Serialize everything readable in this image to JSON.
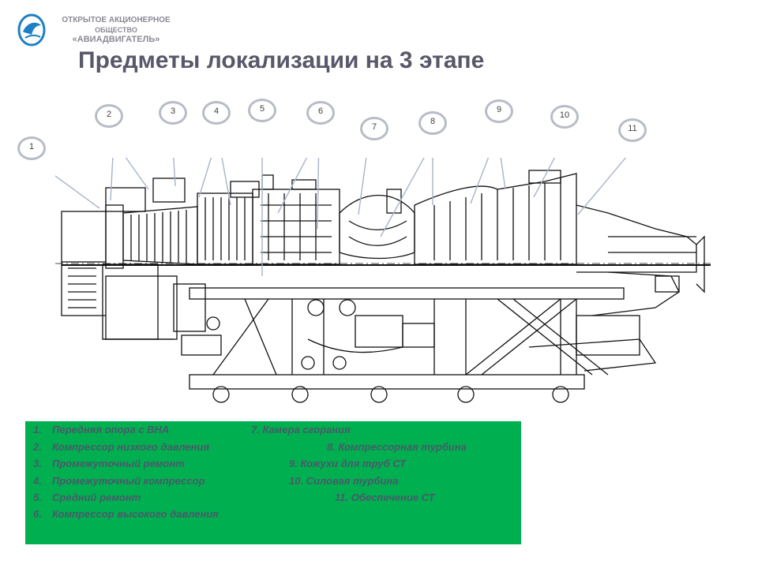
{
  "header": {
    "company_line1": "ОТКРЫТОЕ АКЦИОНЕРНОЕ",
    "company_line2": "ОБЩЕСТВО",
    "company_line3": "«АВИАДВИГАТЕЛЬ»",
    "title": "Предметы локализации на 3 этапе"
  },
  "callouts": [
    "1",
    "2",
    "3",
    "4",
    "5",
    "6",
    "7",
    "8",
    "9",
    "10",
    "11"
  ],
  "legend": {
    "left": [
      {
        "num": "1.",
        "text": "Передняя опора с ВНА"
      },
      {
        "num": "2.",
        "text": "Компрессор низкого давления"
      },
      {
        "num": "3.",
        "text": "Промежуточный ремонт"
      },
      {
        "num": "4.",
        "text": "Промежуточный компрессор"
      },
      {
        "num": "5.",
        "text": "Средний ремонт"
      },
      {
        "num": "6.",
        "text": "Компрессор высокого давления"
      }
    ],
    "right": [
      "7. Камера сгорания",
      "8. Компрессорная турбина",
      "9. Кожухи для труб СТ",
      "10. Силовая турбина",
      "11. Обеспечение СТ"
    ]
  },
  "colors": {
    "legend_bg": "#00b050",
    "legend_text": "#4a5a6a",
    "title": "#58586a",
    "logo": "#1e7fc4",
    "callout_border": "#b8bcc6"
  }
}
